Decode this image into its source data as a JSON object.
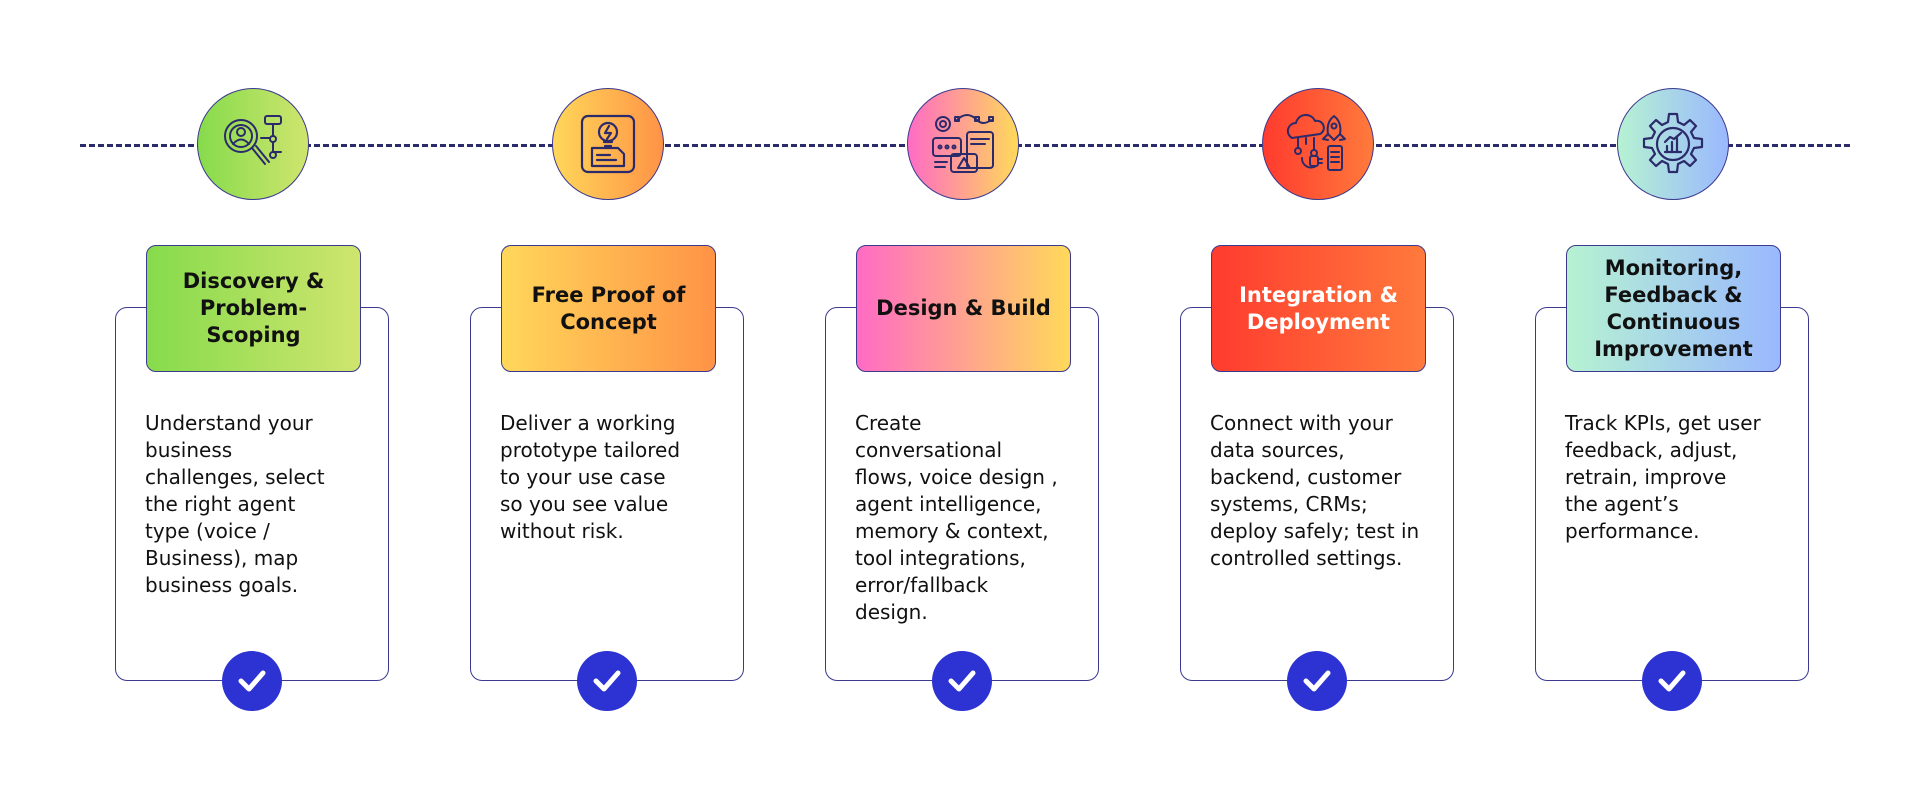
{
  "steps": [
    {
      "id": "discovery",
      "title": "Discovery &\nProblem-\nScoping",
      "description": "Understand your\nbusiness\nchallenges, select\nthe right agent\ntype (voice /\nBusiness), map\nbusiness goals.",
      "icon": "user-search-flowchart-icon",
      "gradient": [
        "#86db4c",
        "#cfe56e"
      ]
    },
    {
      "id": "proof-of-concept",
      "title": "Free Proof of\nConcept",
      "description": "Deliver a working\nprototype tailored\nto your use case\nso you see value\nwithout risk.",
      "icon": "lightbulb-document-icon",
      "gradient": [
        "#ffd75a",
        "#ff9346"
      ]
    },
    {
      "id": "design-build",
      "title": "Design & Build",
      "description": "Create\nconversational\nflows, voice design ,\nagent intelligence,\nmemory & context,\ntool integrations,\nerror/fallback\ndesign.",
      "icon": "design-tools-chat-icon",
      "gradient": [
        "#ff6bc4",
        "#ffd95a"
      ]
    },
    {
      "id": "integration",
      "title": "Integration &\nDeployment",
      "description": "Connect with your\ndata sources,\nbackend, customer\nsystems, CRMs;\ndeploy safely; test in\ncontrolled settings.",
      "icon": "cloud-rocket-plug-icon",
      "gradient": [
        "#ff3b2e",
        "#ff7a3c"
      ]
    },
    {
      "id": "monitoring",
      "title": "Monitoring,\nFeedback &\nContinuous\nImprovement",
      "description": "Track KPIs, get user\nfeedback, adjust,\nretrain, improve\nthe agent’s\nperformance.",
      "icon": "gear-chart-icon",
      "gradient": [
        "#b6f2d2",
        "#9ab8ff"
      ]
    }
  ],
  "colors": {
    "line": "#2b2a6b",
    "border": "#3b3a8f",
    "check": "#2d33d2",
    "icon_stroke": "#2b2a6b"
  }
}
